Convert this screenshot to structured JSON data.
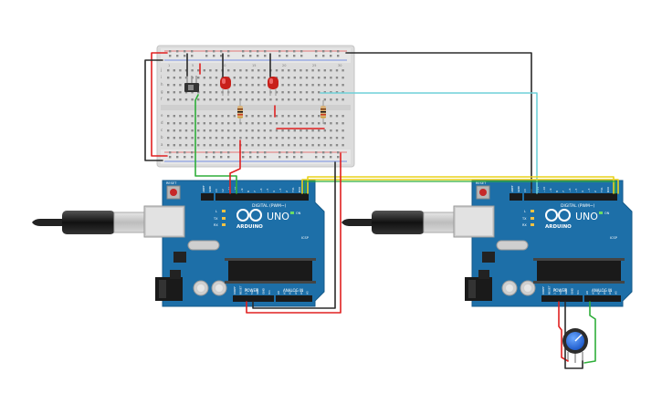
{
  "breadboard": {
    "row_letters_top": [
      "j",
      "i",
      "h",
      "g",
      "f"
    ],
    "row_letters_bottom": [
      "e",
      "d",
      "c",
      "b",
      "a"
    ],
    "column_numbers": [
      "1",
      "5",
      "10",
      "15",
      "20",
      "25",
      "30"
    ]
  },
  "components": {
    "slide_switch": "slide-switch-icon",
    "led_left": "red-led-icon",
    "led_right": "red-led-icon",
    "resistor_left": "resistor-icon",
    "resistor_right": "resistor-icon",
    "potentiometer": "potentiometer-icon"
  },
  "boards": [
    {
      "brand": "ARDUINO",
      "model": "UNO",
      "digital_label": "DIGITAL (PWM~)",
      "power_label": "POWER",
      "analog_label": "ANALOG IN",
      "reset_label": "RESET",
      "digital_pins": [
        "AREF",
        "GND",
        "13",
        "12",
        "~11",
        "~10",
        "~9",
        "8",
        "7",
        "~6",
        "~5",
        "4",
        "~3",
        "2",
        "TX1",
        "RX0"
      ],
      "power_pins": [
        "IOREF",
        "RESET",
        "3.3V",
        "5V",
        "GND",
        "GND",
        "Vin"
      ],
      "analog_pins": [
        "A0",
        "A1",
        "A2",
        "A3",
        "A4",
        "A5"
      ],
      "led_labels": [
        "L",
        "TX",
        "RX",
        "ON"
      ],
      "icsp_label": "ICSP"
    },
    {
      "brand": "ARDUINO",
      "model": "UNO",
      "digital_label": "DIGITAL (PWM~)",
      "power_label": "POWER",
      "analog_label": "ANALOG IN",
      "reset_label": "RESET",
      "digital_pins": [
        "AREF",
        "GND",
        "13",
        "12",
        "~11",
        "~10",
        "~9",
        "8",
        "7",
        "~6",
        "~5",
        "4",
        "~3",
        "2",
        "TX1",
        "RX0"
      ],
      "power_pins": [
        "IOREF",
        "RESET",
        "3.3V",
        "5V",
        "GND",
        "GND",
        "Vin"
      ],
      "analog_pins": [
        "A0",
        "A1",
        "A2",
        "A3",
        "A4",
        "A5"
      ],
      "led_labels": [
        "L",
        "TX",
        "RX",
        "ON"
      ],
      "icsp_label": "ICSP"
    }
  ],
  "usb_cables": [
    "usb-cable-icon",
    "usb-cable-icon"
  ],
  "wire_colors": {
    "red": "#e02020",
    "black": "#2b2b2b",
    "green": "#2fae3a",
    "teal": "#6fd0d8",
    "yellow": "#e8d21a",
    "board": "#1d6fa8"
  }
}
